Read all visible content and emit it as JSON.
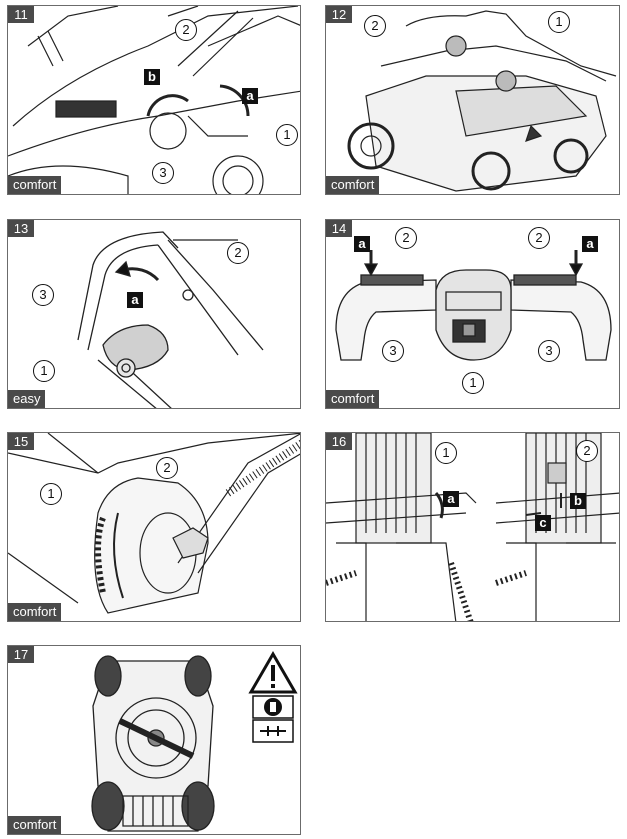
{
  "panels": [
    {
      "number": "11",
      "tag": "comfort",
      "callouts": [
        "2",
        "1",
        "3"
      ],
      "letters": [
        "b",
        "a"
      ]
    },
    {
      "number": "12",
      "tag": "comfort",
      "callouts": [
        "2",
        "1"
      ],
      "letters": []
    },
    {
      "number": "13",
      "tag": "easy",
      "callouts": [
        "2",
        "3",
        "1"
      ],
      "letters": [
        "a"
      ]
    },
    {
      "number": "14",
      "tag": "comfort",
      "callouts": [
        "2",
        "2",
        "3",
        "3",
        "1"
      ],
      "letters": [
        "a",
        "a"
      ]
    },
    {
      "number": "15",
      "tag": "comfort",
      "callouts": [
        "2",
        "1"
      ],
      "letters": []
    },
    {
      "number": "16",
      "tag": "",
      "callouts": [
        "1",
        "2"
      ],
      "letters": [
        "a",
        "b",
        "c"
      ]
    },
    {
      "number": "17",
      "tag": "comfort",
      "callouts": [],
      "letters": []
    }
  ],
  "icons": [
    "warning-triangle-icon",
    "read-manual-icon",
    "disconnect-icon"
  ]
}
